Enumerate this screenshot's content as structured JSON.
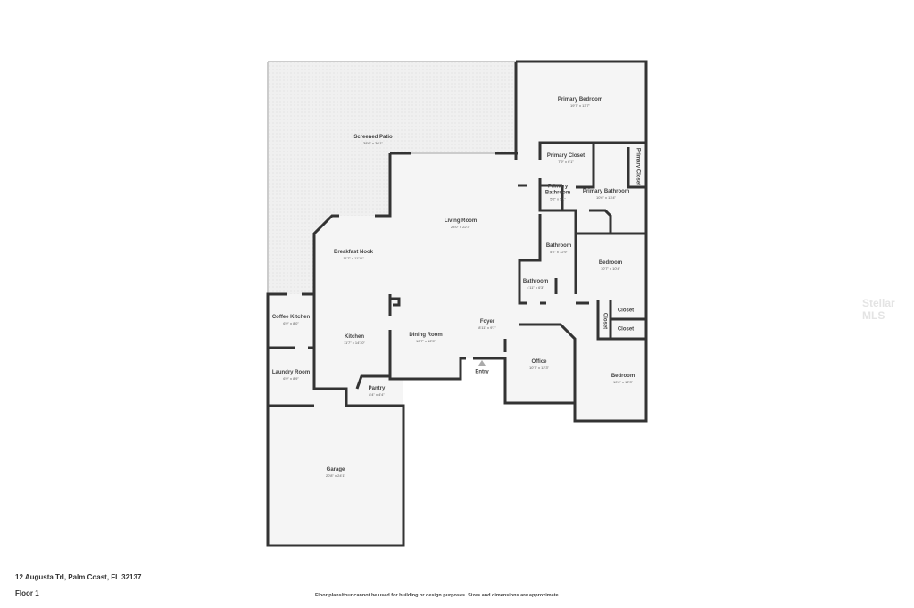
{
  "rooms": [
    {
      "name": "Screened Patio",
      "dims": "38'6\" x 36'1\""
    },
    {
      "name": "Primary Bedroom",
      "dims": "19'7\" x 13'7\""
    },
    {
      "name": "Primary Closet",
      "dims": "7'9\" x 6'1\""
    },
    {
      "name": "Primary Closet",
      "dims": ""
    },
    {
      "name": "Primary Bathroom",
      "dims": "5'2\" x 5'1\""
    },
    {
      "name": "Primary Bathroom",
      "dims": "10'6\" x 13'4\""
    },
    {
      "name": "Living Room",
      "dims": "23'0\" x 22'3\""
    },
    {
      "name": "Breakfast Nook",
      "dims": "11'7\" x 11'11\""
    },
    {
      "name": "Bathroom",
      "dims": "5'2\" x 12'9\""
    },
    {
      "name": "Bedroom",
      "dims": "10'7\" x 10'4\""
    },
    {
      "name": "Bathroom",
      "dims": "4'11\" x 6'3\""
    },
    {
      "name": "Closet",
      "dims": ""
    },
    {
      "name": "Closet",
      "dims": ""
    },
    {
      "name": "Closet",
      "dims": ""
    },
    {
      "name": "Coffee Kitchen",
      "dims": "6'9\" x 8'0\""
    },
    {
      "name": "Foyer",
      "dims": "8'11\" x 9'1\""
    },
    {
      "name": "Kitchen",
      "dims": "11'7\" x 14'10\""
    },
    {
      "name": "Dining Room",
      "dims": "10'7\" x 12'5\""
    },
    {
      "name": "Office",
      "dims": "10'7\" x 12'3\""
    },
    {
      "name": "Entry",
      "dims": ""
    },
    {
      "name": "Laundry Room",
      "dims": "6'9\" x 8'9\""
    },
    {
      "name": "Bedroom",
      "dims": "10'6\" x 12'3\""
    },
    {
      "name": "Pantry",
      "dims": "8'4\" x 4'4\""
    },
    {
      "name": "Garage",
      "dims": "20'8\" x 24'1\""
    }
  ],
  "footer": {
    "address": "12 Augusta Trl, Palm Coast, FL 32137",
    "floor": "Floor 1",
    "disclaimer": "Floor plans/tour cannot be used for building or design purposes. Sizes and dimensions are approximate."
  },
  "watermark": "Stellar MLS",
  "colors": {
    "wall": "#333333",
    "floor": "#f5f5f5",
    "patio": "#ececec",
    "window": "#cccccc"
  }
}
